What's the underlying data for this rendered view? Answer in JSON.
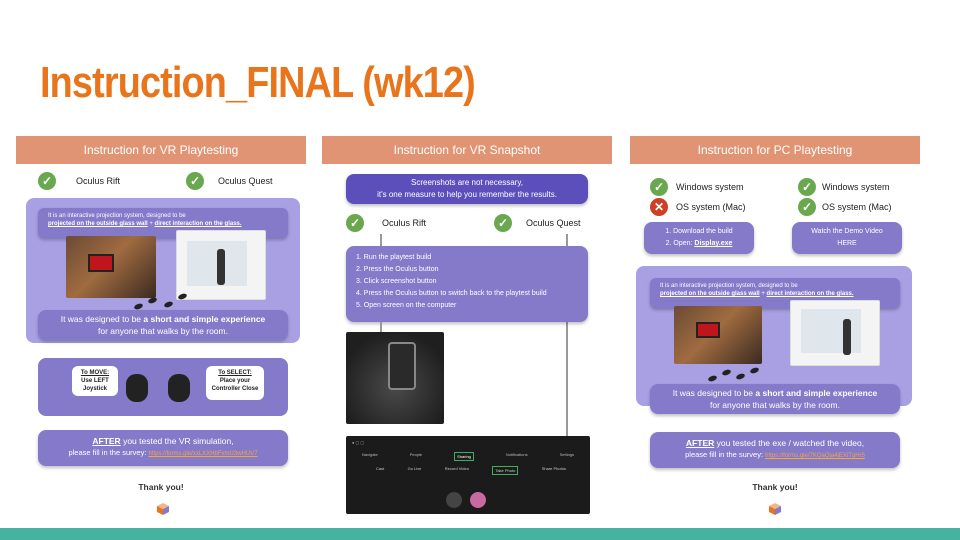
{
  "title": "Instruction_FINAL (wk12)",
  "panel1": {
    "header": "Instruction for VR Playtesting",
    "option1": "Oculus Rift",
    "option2": "Oculus Quest",
    "intro_line1": "It is an interactive projection system, designed to be",
    "intro_line2_a": "projected on the outside glass wall",
    "intro_line2_b": " + ",
    "intro_line2_c": "direct interaction on the glass.",
    "designed_a": "It was designed to be ",
    "designed_b": "a short and simple experience",
    "designed_c": "for anyone that walks by the room.",
    "move_label": "To MOVE:",
    "move_text": "Use LEFT Joystick",
    "select_label": "To SELECT:",
    "select_text": "Place your Controller Close",
    "after_a": "AFTER",
    "after_b": " you tested the VR simulation,",
    "survey_text": "please fill in the survey: ",
    "survey_link": "https://forms.gle/xxLXXHbFvmU3wHUV7",
    "thank_you": "Thank you!"
  },
  "panel2": {
    "header": "Instruction for VR Snapshot",
    "note_line1": "Screenshots are not necessary,",
    "note_line2": "it's one measure to help you remember the results.",
    "option1": "Oculus Rift",
    "option2": "Oculus Quest",
    "steps": [
      "1.  Run the playtest build",
      "2.  Press the Oculus button",
      "3.  Click screenshot button",
      "4.  Press the Oculus button to switch back to the playtest build",
      "5.  Open screen on the computer"
    ],
    "quest_menu": [
      "Navigate",
      "People",
      "Sharing",
      "Notifications",
      "Settings"
    ],
    "quest_actions": [
      "Cast",
      "Go Live",
      "Record Video",
      "Take Photo",
      "Share Photos"
    ]
  },
  "panel3": {
    "header": "Instruction for PC Playtesting",
    "left_os1": "Windows system",
    "left_os2": "OS system (Mac)",
    "right_os1": "Windows system",
    "right_os2": "OS system (Mac)",
    "download_line1": "1. Download the build",
    "download_line2": "2. Open: ",
    "download_file": "Display.exe",
    "demo_line1": "Watch the Demo Video",
    "demo_line2": "HERE",
    "intro_line1": "It is an interactive projection system, designed to be",
    "intro_line2_a": "projected on the outside glass wall",
    "intro_line2_b": " + ",
    "intro_line2_c": "direct interaction on the glass.",
    "designed_a": "It was designed to be ",
    "designed_b": "a short and simple experience",
    "designed_c": "for anyone that walks by the room.",
    "after_a": "AFTER",
    "after_b": " you tested the exe / watched the video,",
    "survey_text": "please fill in the survey: ",
    "survey_link": "https://forms.gle/7KQaQja4jEXiTgHr5",
    "thank_you": "Thank you!"
  },
  "colors": {
    "title": "#e8741b",
    "header": "#e09474",
    "purple": "#8579c9",
    "lilac": "#a9a0e4",
    "check": "#6aa84f",
    "cross": "#cc4125",
    "footer": "#45b3a0"
  }
}
